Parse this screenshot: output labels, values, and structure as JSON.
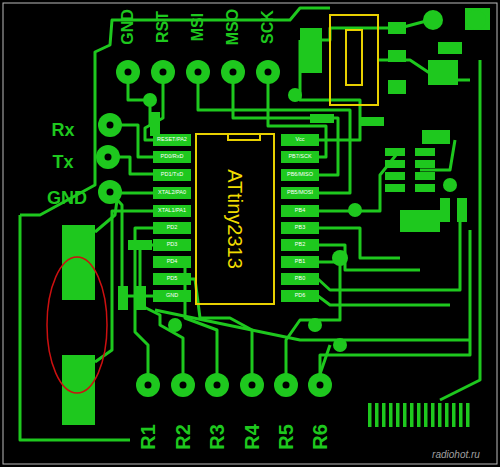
{
  "diagram": {
    "nodes": [
      {
        "text": [
          "ATtiny2313"
        ]
      }
    ],
    "labels": [
      "GND",
      "RST",
      "MSI",
      "MSO",
      "SCK",
      "Rx",
      "Tx",
      "GND",
      "RESET/PA2",
      "PD0/RxD",
      "PD1/TxD",
      "XTAL2/PA0",
      "XTAL1/PA1",
      "PD2",
      "PD3",
      "PD4",
      "PD5",
      "GND",
      "Vcc",
      "PB7/SCK",
      "PB6/MISO",
      "PB5/MOSI",
      "PB4",
      "PB3",
      "PB2",
      "PB1",
      "PB0",
      "PD6",
      "R1",
      "R2",
      "R3",
      "R4",
      "R5",
      "R6",
      "radiohot.ru"
    ]
  }
}
